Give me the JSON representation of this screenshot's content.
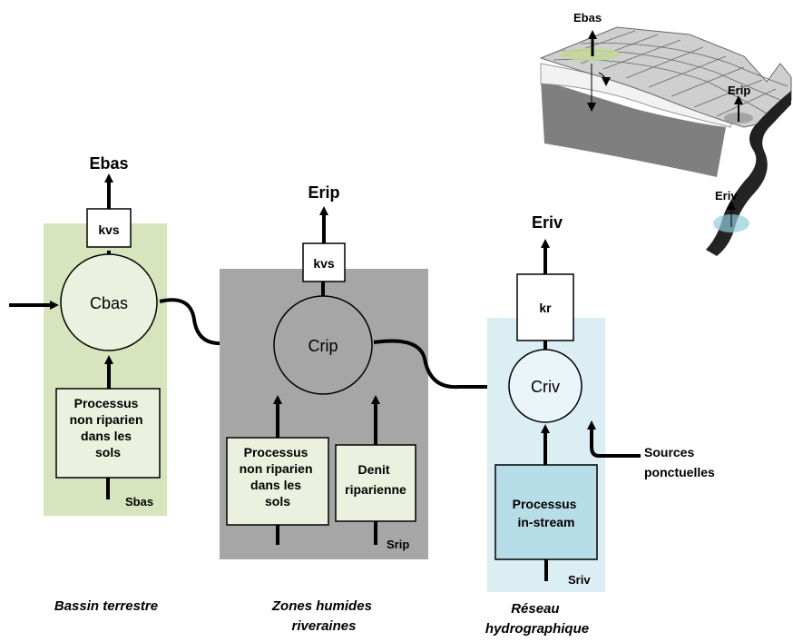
{
  "compartments": {
    "bassin": {
      "flux_label": "Ebas",
      "coef_label": "kvs",
      "pool_label": "Cbas",
      "source_label": "Sbas",
      "process_lines": [
        "Processus",
        "non riparien",
        "dans les",
        "sols"
      ],
      "caption_lines": [
        "Bassin terrestre"
      ],
      "color": "#d7e4bd"
    },
    "ripariennes": {
      "flux_label": "Erip",
      "coef_label": "kvs",
      "pool_label": "Crip",
      "source_label": "Srip",
      "process_lines": [
        "Processus",
        "non riparien",
        "dans les",
        "sols"
      ],
      "process2_lines": [
        "Denit",
        "riparienne"
      ],
      "caption_lines": [
        "Zones humides",
        "riveraines"
      ],
      "color": "#a6a6a6"
    },
    "reseau": {
      "flux_label": "Eriv",
      "coef_label": "kr",
      "pool_label": "Criv",
      "source_label": "Sriv",
      "process_lines": [
        "Processus",
        "in-stream"
      ],
      "caption_lines": [
        "Réseau",
        "hydrographique"
      ],
      "point_sources_lines": [
        "Sources",
        "ponctuelles"
      ],
      "color": "#dbeef4",
      "process_color": "#b7dde8"
    }
  },
  "landscape_illustration": {
    "labels": [
      "Ebas",
      "Erip",
      "Eriv"
    ]
  }
}
